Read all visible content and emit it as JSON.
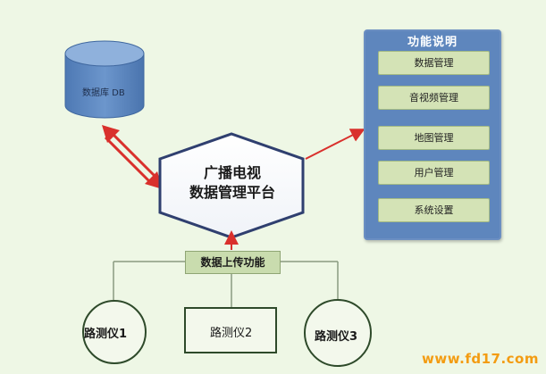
{
  "database": {
    "label": "数据库 DB"
  },
  "platform": {
    "line1": "广播电视",
    "line2": "数据管理平台"
  },
  "function_panel": {
    "title": "功能说明",
    "items": [
      "数据管理",
      "音视频管理",
      "地图管理",
      "用户管理",
      "系统设置"
    ]
  },
  "upload": {
    "label": "数据上传功能"
  },
  "devices": [
    "路测仪1",
    "路测仪2",
    "路测仪3"
  ],
  "watermark": "www.fd17.com",
  "colors": {
    "background": "#eef7e5",
    "db_fill": "#5b86c0",
    "panel_fill": "#5e86bd",
    "item_fill": "#d4e3b6",
    "arrow": "#d9302c",
    "line": "#8a9a80"
  }
}
